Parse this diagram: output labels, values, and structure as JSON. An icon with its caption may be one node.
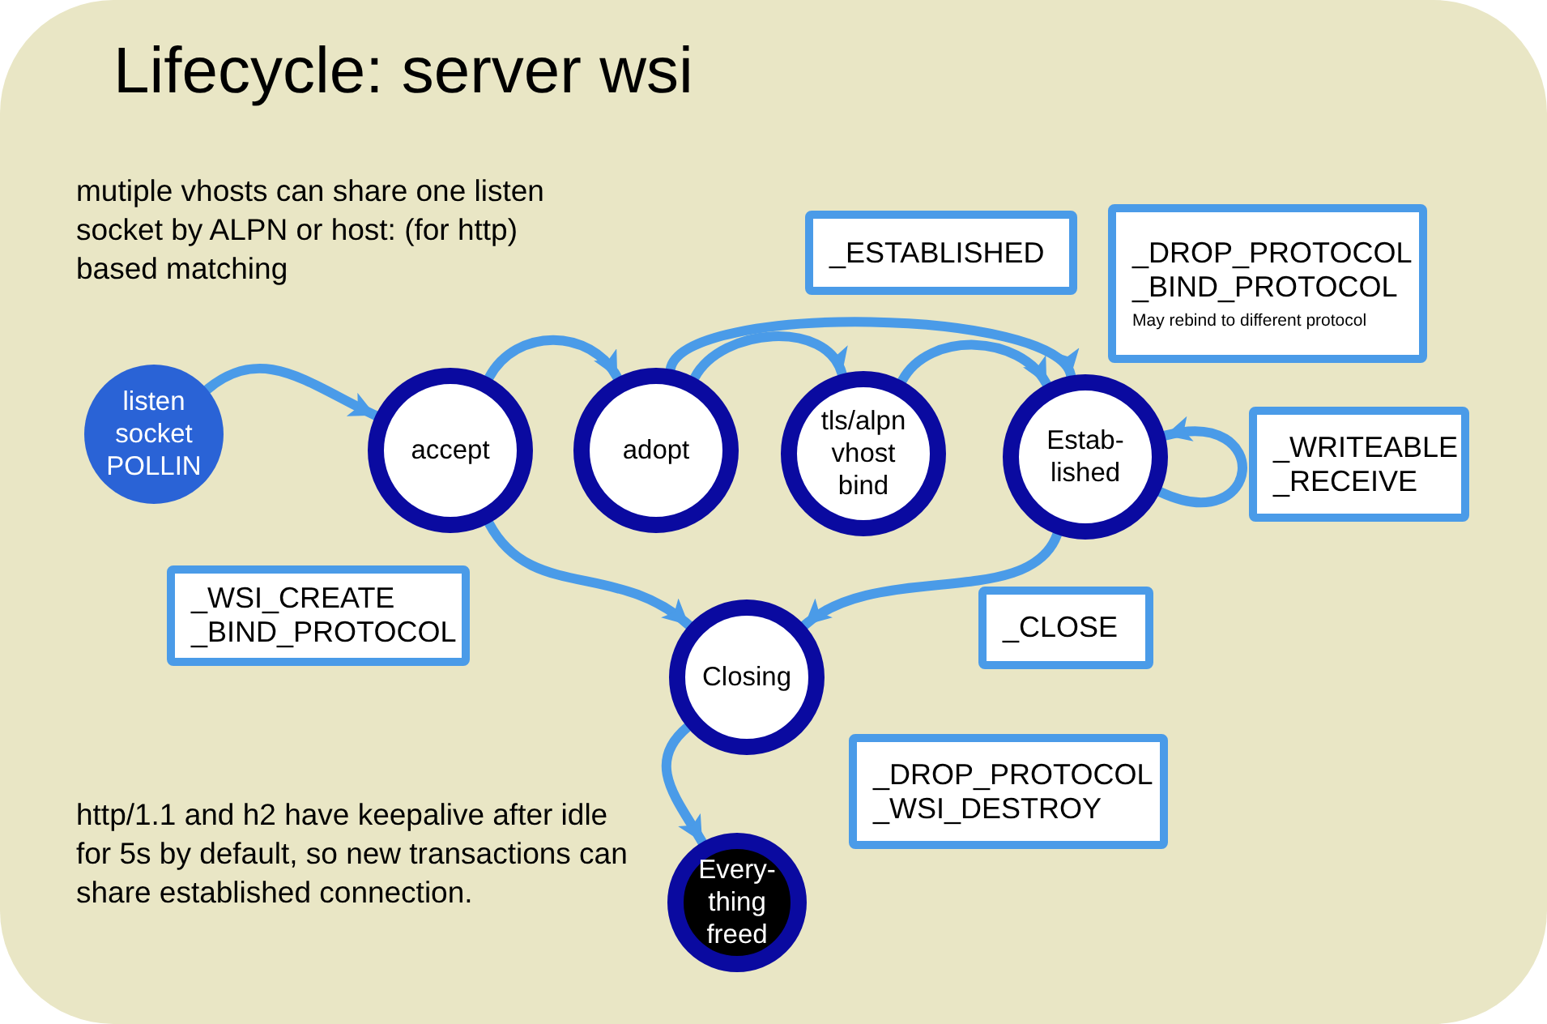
{
  "diagram": {
    "title": "Lifecycle: server wsi",
    "nodes": [
      {
        "text": [
          "listen socket POLLIN"
        ]
      },
      {
        "text": [
          "accept"
        ]
      },
      {
        "text": [
          "adopt"
        ]
      },
      {
        "text": [
          "tls/alpn vhost bind"
        ]
      },
      {
        "text": [
          "Estab- lished"
        ]
      },
      {
        "text": [
          "Closing"
        ]
      },
      {
        "text": [
          "Every- thing freed"
        ]
      },
      {
        "text": [
          "_ESTABLISHED"
        ]
      },
      {
        "text": [
          "_DROP_PROTOCOL",
          "_BIND_PROTOCOL",
          "May rebind to different protocol"
        ]
      },
      {
        "text": [
          "_WRITEABLE",
          "_RECEIVE"
        ]
      },
      {
        "text": [
          "_WSI_CREATE",
          "_BIND_PROTOCOL"
        ]
      },
      {
        "text": [
          "_CLOSE"
        ]
      },
      {
        "text": [
          "_DROP_PROTOCOL",
          "_WSI_DESTROY"
        ]
      }
    ],
    "edges": [
      {
        "from": 0,
        "to": 1,
        "arrow": "to"
      },
      {
        "from": 1,
        "to": 2,
        "arrow": "to"
      },
      {
        "from": 2,
        "to": 3,
        "arrow": "to"
      },
      {
        "from": 2,
        "to": 4,
        "arrow": "to"
      },
      {
        "from": 3,
        "to": 4,
        "arrow": "to"
      },
      {
        "from": 4,
        "to": 4,
        "arrow": "to"
      },
      {
        "from": 1,
        "to": 5,
        "arrow": "to"
      },
      {
        "from": 4,
        "to": 5,
        "arrow": "to"
      },
      {
        "from": 5,
        "to": 6,
        "arrow": "to"
      }
    ],
    "labels": [
      "mutiple vhosts can share one listen socket by ALPN or host: (for http) based matching",
      "http/1.1 and h2 have keepalive after idle for 5s by default, so new transactions can share established connection."
    ]
  }
}
